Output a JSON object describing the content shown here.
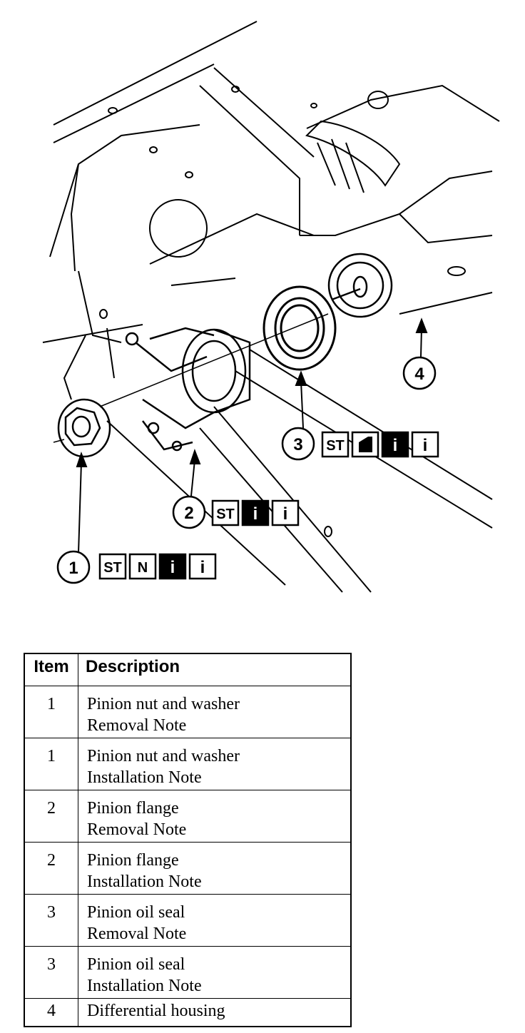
{
  "diagram": {
    "callouts": [
      {
        "number": "1",
        "icons": [
          "ST",
          "N",
          "i",
          "i"
        ]
      },
      {
        "number": "2",
        "icons": [
          "ST",
          "i",
          "i"
        ]
      },
      {
        "number": "3",
        "icons": [
          "ST",
          "d",
          "i",
          "i"
        ]
      },
      {
        "number": "4",
        "icons": []
      }
    ]
  },
  "table": {
    "headers": {
      "item": "Item",
      "description": "Description"
    },
    "rows": [
      {
        "item": "1",
        "line1": "Pinion nut and washer",
        "line2": "Removal Note"
      },
      {
        "item": "1",
        "line1": "Pinion nut and washer",
        "line2": "Installation Note"
      },
      {
        "item": "2",
        "line1": "Pinion flange",
        "line2": "Removal Note"
      },
      {
        "item": "2",
        "line1": "Pinion flange",
        "line2": "Installation Note"
      },
      {
        "item": "3",
        "line1": "Pinion oil seal",
        "line2": "Removal Note"
      },
      {
        "item": "3",
        "line1": "Pinion oil seal",
        "line2": "Installation Note"
      },
      {
        "item": "4",
        "line1": "Differential housing",
        "line2": ""
      }
    ]
  }
}
